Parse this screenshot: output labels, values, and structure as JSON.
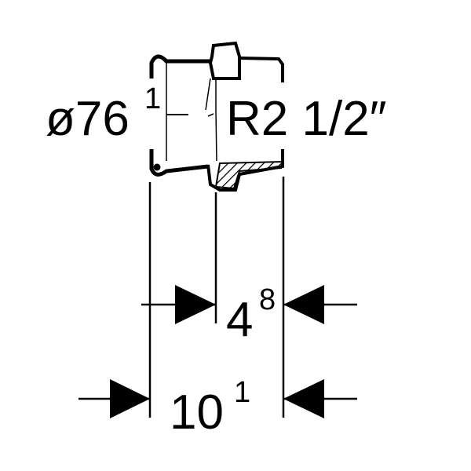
{
  "labels": {
    "diameter": {
      "main": "ø76",
      "sup": "1"
    },
    "thread": "R2 1/2″",
    "dim_inner": {
      "main": "4",
      "sup": "8"
    },
    "dim_total": {
      "main": "10",
      "sup": "1"
    }
  },
  "colors": {
    "line": "#000000",
    "background": "#ffffff"
  }
}
